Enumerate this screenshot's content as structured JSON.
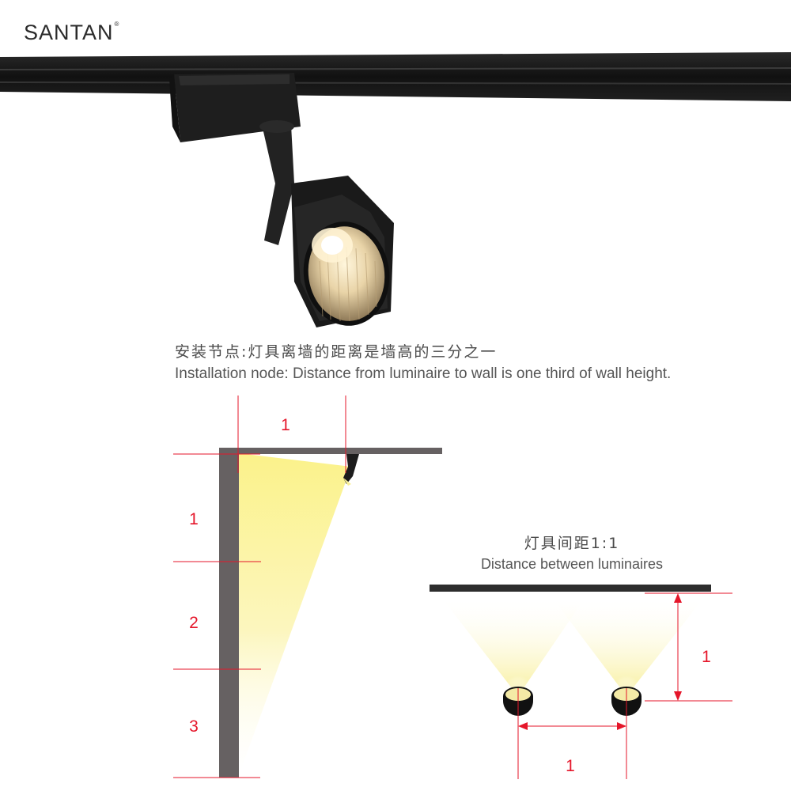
{
  "brand": {
    "logo_text": "SANTAN",
    "logo_mark": "®"
  },
  "product": {
    "name": "track-spotlight"
  },
  "caption": {
    "chinese": "安装节点:灯具离墙的距离是墙高的三分之一",
    "english": "Installation node: Distance from luminaire to wall is one third of wall height."
  },
  "wall_diagram": {
    "ceiling_gap_label": "1",
    "segment_labels": [
      "1",
      "2",
      "3"
    ]
  },
  "spacing_diagram": {
    "title_chinese": "灯具间距1:1",
    "title_english": "Distance between luminaires",
    "height_label": "1",
    "spacing_label": "1"
  },
  "colors": {
    "dimension_red": "#e5162a",
    "wall_gray": "#666162",
    "light_beam": "#fbf6b0",
    "fixture_black": "#1c1c1c"
  }
}
